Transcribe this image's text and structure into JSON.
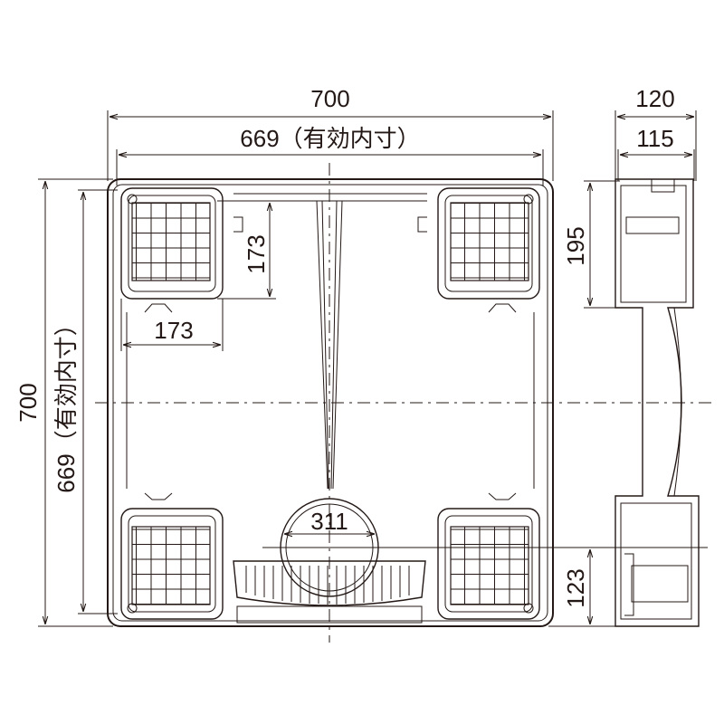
{
  "dimensions": {
    "top_outer": "700",
    "top_inner": "669（有効内寸）",
    "left_outer": "700",
    "left_inner": "669（有効内寸）",
    "side_outer": "120",
    "side_inner": "115",
    "pad_height": "173",
    "pad_width": "173",
    "side_top_height": "195",
    "drain_diameter": "311",
    "drain_offset": "123"
  }
}
